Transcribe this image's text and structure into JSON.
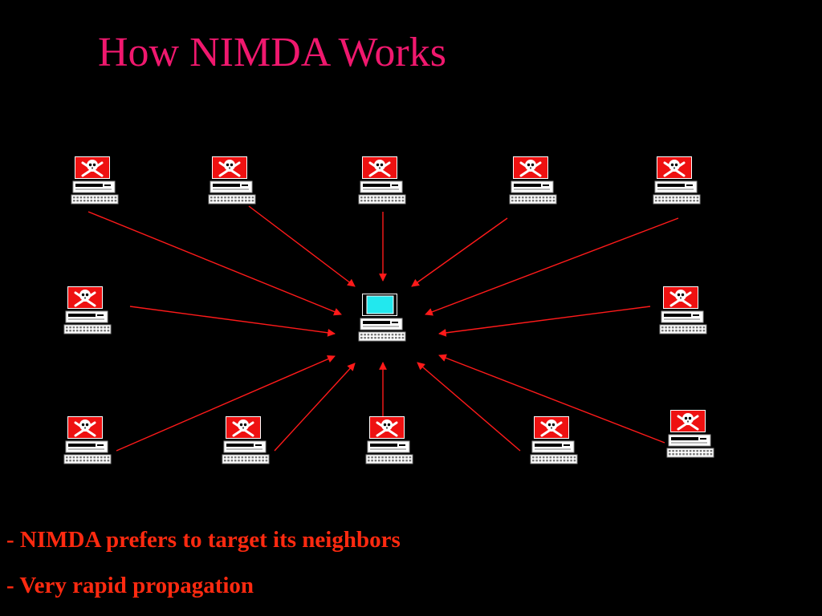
{
  "title": "How NIMDA Works",
  "colors": {
    "background": "#000000",
    "title": "#f0186e",
    "bullet_text": "#ff2a10",
    "arrow": "#ff1a1a",
    "infected_screen": "#ee1111",
    "target_screen": "#22e8ee"
  },
  "diagram": {
    "center_node": {
      "icon": "clean-computer-icon"
    },
    "infected_nodes_icon": "skull-crossbones-computer-icon",
    "infected_node_count": 12
  },
  "bullets": [
    "- NIMDA prefers to target its neighbors",
    "- Very rapid propagation"
  ]
}
